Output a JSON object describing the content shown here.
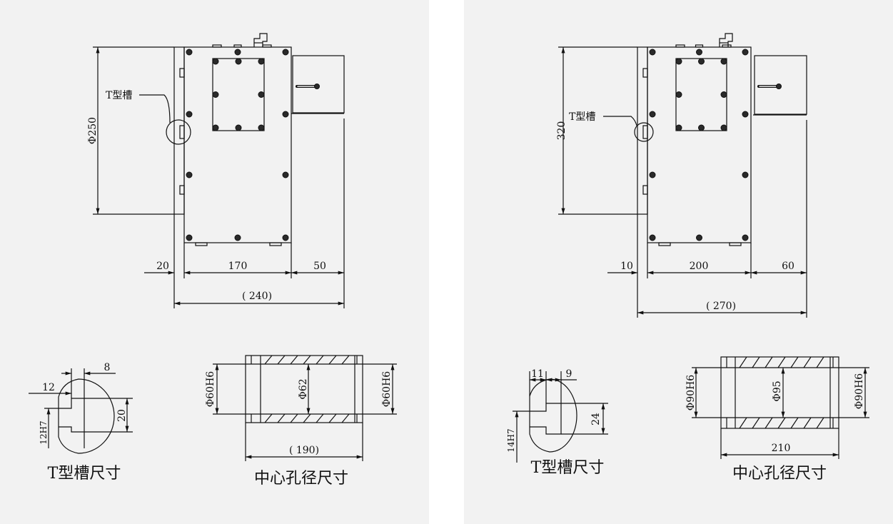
{
  "left_panel": {
    "assembly": {
      "tslot_label": "T型槽",
      "height": "Φ250",
      "width_plate": "20",
      "width_body": "170",
      "width_box": "50",
      "width_total": "( 240)"
    },
    "tslot": {
      "top": "8",
      "left": "12",
      "height": "20",
      "slot": "12H7",
      "caption": "T型槽尺寸"
    },
    "bore": {
      "left": "Φ60H6",
      "center": "Φ62",
      "right": "Φ60H6",
      "length": "( 190)",
      "caption": "中心孔径尺寸"
    }
  },
  "right_panel": {
    "assembly": {
      "tslot_label": "T型槽",
      "height": "320",
      "width_plate": "10",
      "width_body": "200",
      "width_box": "60",
      "width_total": "( 270)"
    },
    "tslot": {
      "top_left": "11",
      "top_right": "9",
      "height": "24",
      "slot": "14H7",
      "caption": "T型槽尺寸"
    },
    "bore": {
      "left": "Φ90H6",
      "center": "Φ95",
      "right": "Φ90H6",
      "length": "210",
      "caption": "中心孔径尺寸"
    }
  },
  "colors": {
    "panel_background": "#f2f2f2",
    "line": "#111111"
  }
}
